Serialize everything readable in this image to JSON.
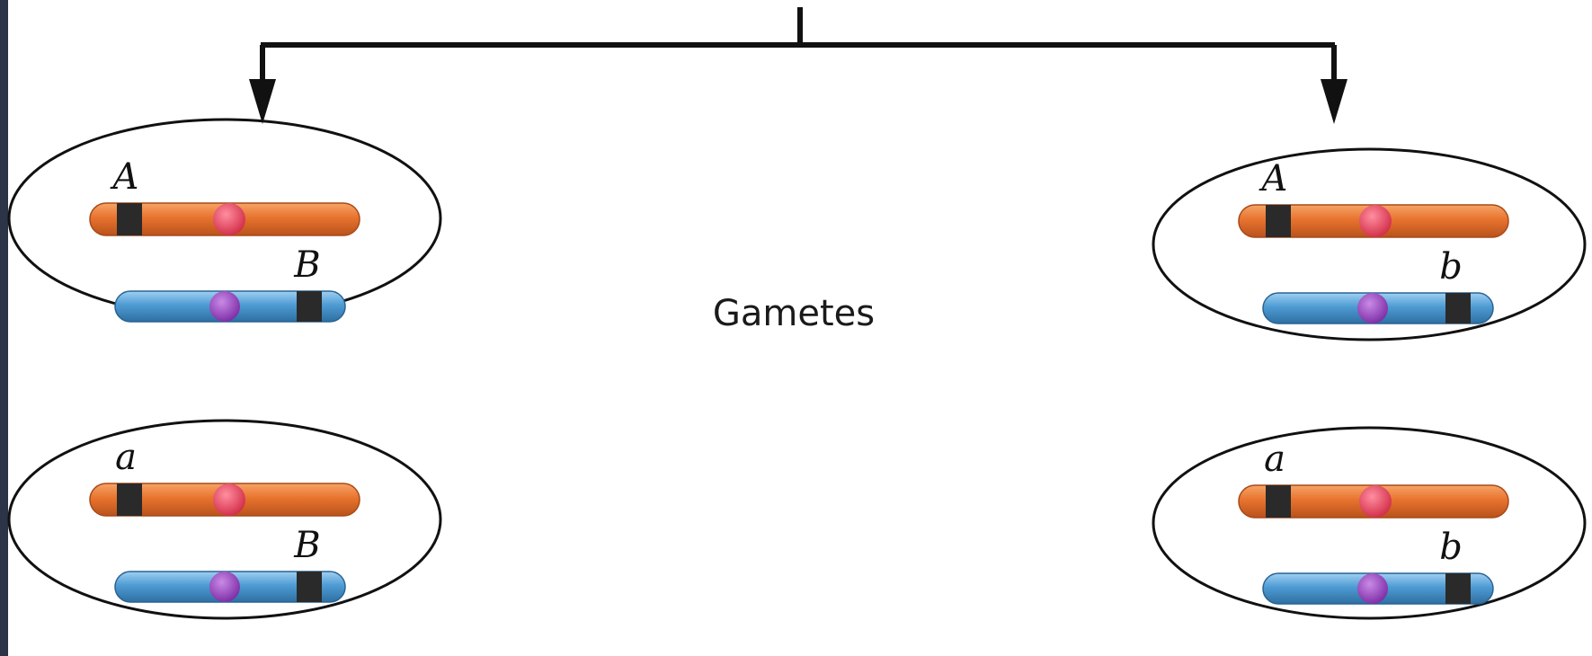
{
  "center_label": "Gametes",
  "colors": {
    "background": "#ffffff",
    "left_border": "#2c3447",
    "line": "#111111",
    "chromosome_orange": "#e8732e",
    "chromosome_blue": "#4e9bd3",
    "centromere_red": "#e23b55",
    "centromere_purple": "#8e3db8",
    "gene_band": "#2a2a2a"
  },
  "gametes": [
    {
      "name": "gamete-top-left",
      "alleles": [
        "A",
        "B"
      ]
    },
    {
      "name": "gamete-top-right",
      "alleles": [
        "A",
        "b"
      ]
    },
    {
      "name": "gamete-bottom-left",
      "alleles": [
        "a",
        "B"
      ]
    },
    {
      "name": "gamete-bottom-right",
      "alleles": [
        "a",
        "b"
      ]
    }
  ]
}
